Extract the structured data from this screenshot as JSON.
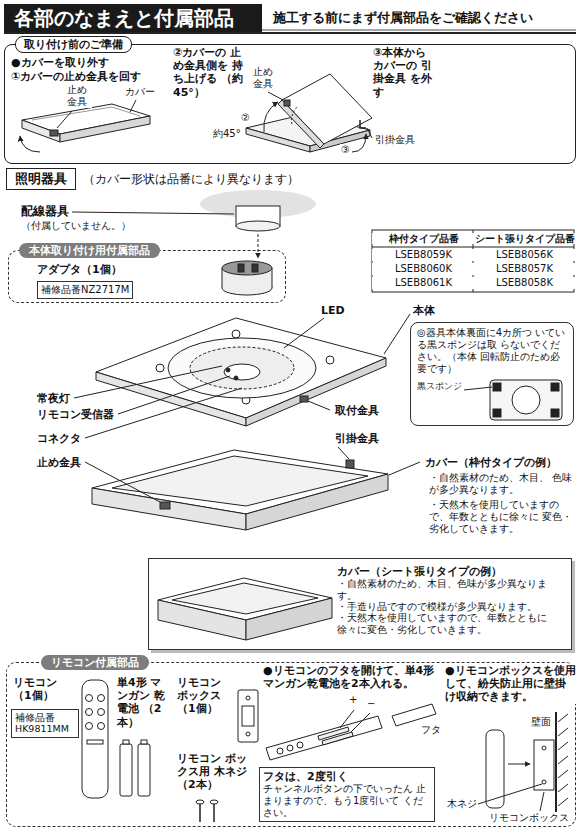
{
  "diagram": {
    "title": "各部のなまえと付属部品",
    "nodes": [
      {
        "text": [
          "取り付け前のご準備"
        ]
      },
      {
        "text": [
          "照明器具"
        ]
      },
      {
        "text": [
          "本体取り付け用付属部品",
          "アダプタ（1個）"
        ]
      },
      {
        "text": [
          "補修品番NZ2717M"
        ],
        "in": 2
      },
      {
        "text": [
          "◎器具本体裏面に4カ所つ いている黒スポンジは取 らないでください。（本体 回転防止のため必要です）",
          "黒スポンジ"
        ]
      },
      {
        "text": [
          "カバー（シート張りタイプの例）",
          "・自然素材のため、木目、色味が多少異なります。",
          "・手造り品ですので模様が多少異なります。",
          "・天然木を使用していますので、年数とともに 徐々に変色・劣化していきます。"
        ]
      },
      {
        "text": [
          "リモコン付属部品"
        ]
      },
      {
        "text": [
          "補修品番 HK9811MM"
        ],
        "in": 6
      },
      {
        "text": [
          "フタは、2度引く",
          "チャンネルボタンの下でいったん 止まりますので、もう1度引いて ください。"
        ],
        "in": 6
      }
    ],
    "labels": [
      "施工する前にまず付属部品をご確認ください",
      "●カバーを取り外す",
      "①カバーの止め金具を回す",
      "止め 金具",
      "カバー",
      "②カバーの 止め金具側を 持ち上げる （約45°）",
      "止め 金具",
      "②",
      "約45°",
      "③本体から カバーの 引掛金具 を外す",
      "③",
      "引掛金具",
      "（カバー形状は品番により異なります）",
      "配線器具",
      "（付属していません。）",
      "枠付タイプ品番",
      "シート張りタイプ品番",
      "LSEB8059K",
      "LSEB8056K",
      "LSEB8060K",
      "LSEB8057K",
      "LSEB8061K",
      "LSEB8058K",
      "LED",
      "本体",
      "常夜灯",
      "リモコン受信器",
      "コネクタ",
      "取付金具",
      "引掛金具",
      "止め金具",
      "カバー（枠付タイプの例）",
      "・自然素材のため、木目、 色味が多少異なります。",
      "・天然木を使用していますの で、年数とともに徐々に 変色・劣化していきます。",
      "リモコン （1個）",
      "単4形 マンガン 乾電池 （2本）",
      "リモコン ボックス （1個）",
      "リモコン ボックス用 木ネジ（2本）",
      "●リモコンのフタを開けて、単4形 マンガン乾電池を2本入れる。",
      "+",
      "−",
      "フタ",
      "●リモコンボックスを使用 して、紛失防止用に壁掛 け収納できます。",
      "壁面",
      "木ネジ",
      "リモコンボックス"
    ]
  }
}
